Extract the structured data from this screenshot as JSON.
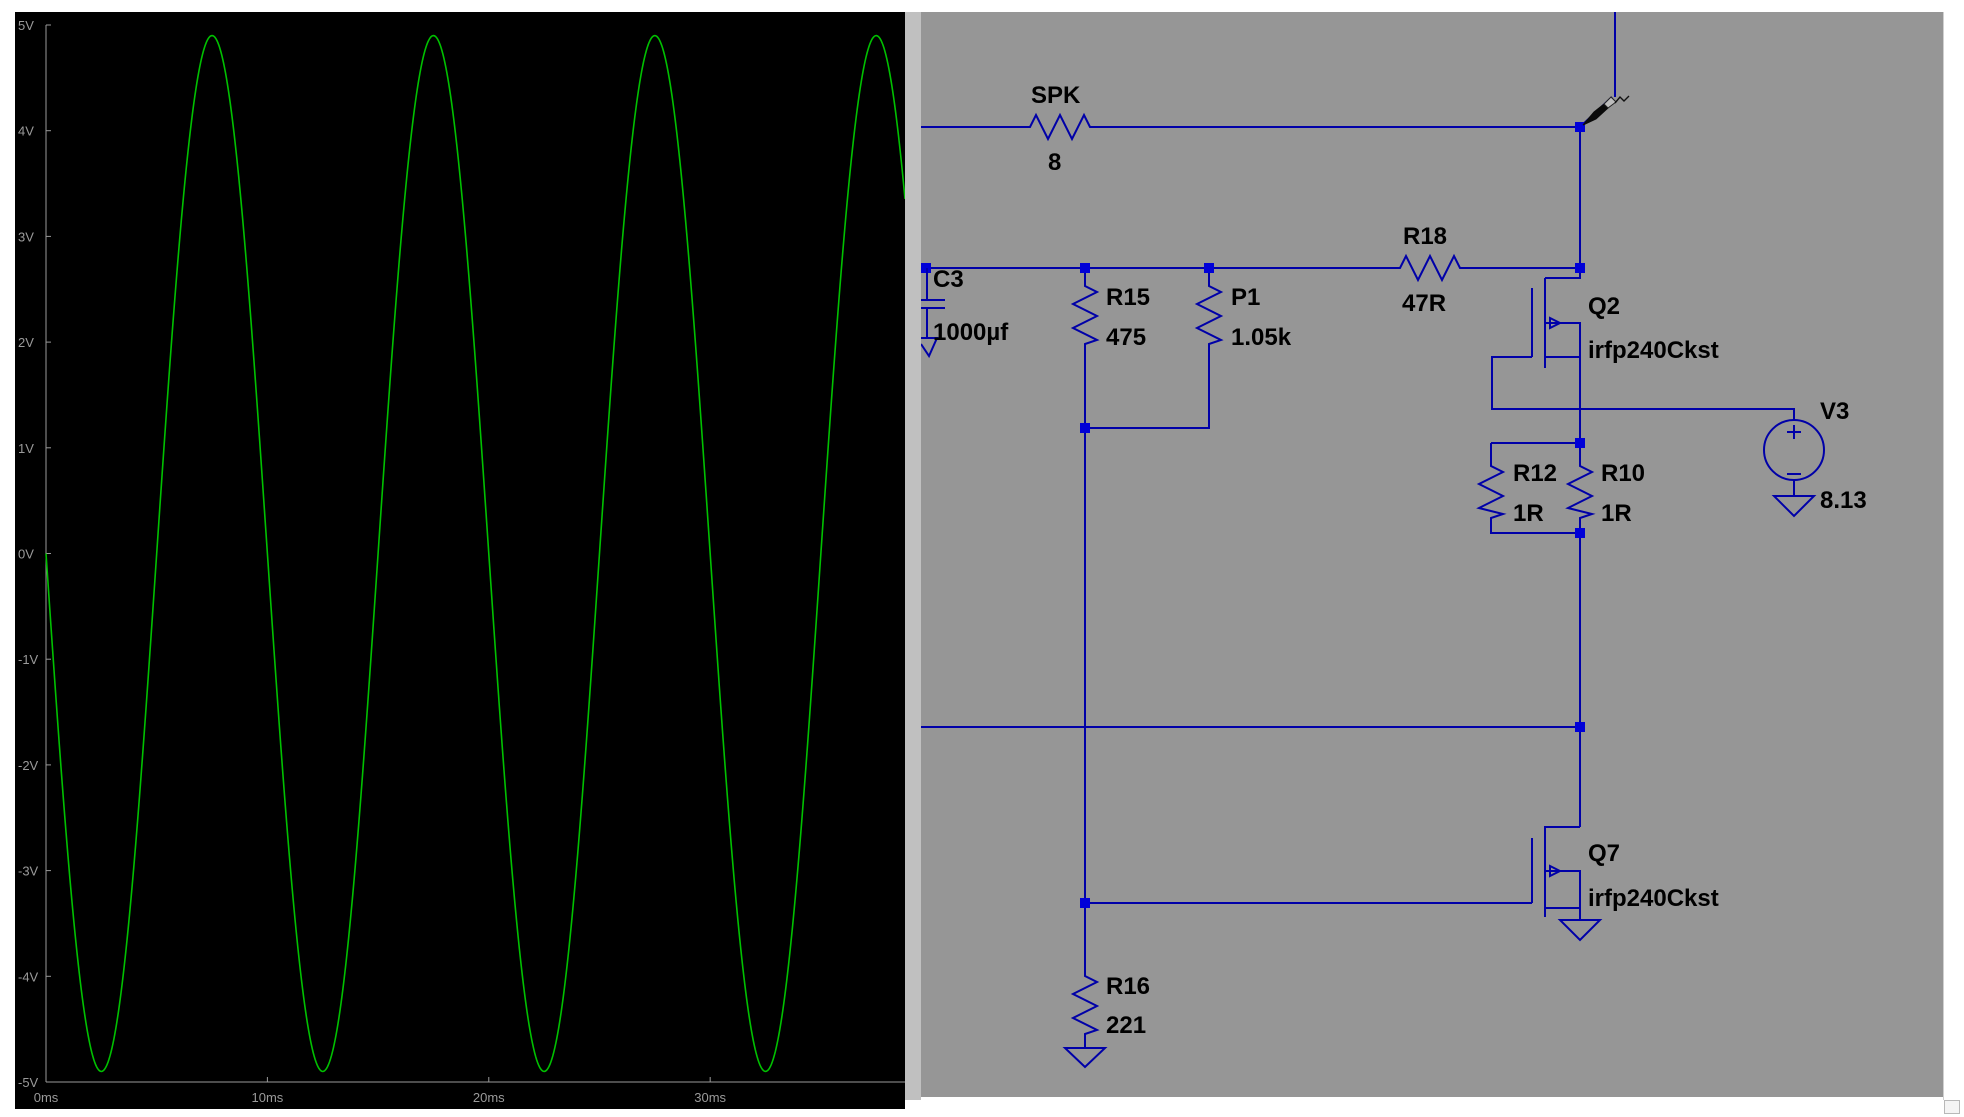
{
  "waveform_viewer": {
    "background": "#000000",
    "axis_color": "#9a9a9a",
    "trace_color": "#00c000",
    "chart_data": {
      "type": "line",
      "y_ticks": [
        "5V",
        "4V",
        "3V",
        "2V",
        "1V",
        "0V",
        "-1V",
        "-2V",
        "-3V",
        "-4V",
        "-5V"
      ],
      "x_ticks": [
        "0ms",
        "10ms",
        "20ms",
        "30ms"
      ],
      "ylim": [
        -5,
        5
      ],
      "xlim_ms": [
        0,
        38.8
      ],
      "series": [
        {
          "waveform": "sine",
          "amplitude_v": 4.9,
          "frequency_hz": 100,
          "phase": "inverted"
        }
      ]
    }
  },
  "schematic": {
    "background": "#969696",
    "wire_color": "#0000a8",
    "components": {
      "spk": {
        "ref": "SPK",
        "value": "8"
      },
      "r18": {
        "ref": "R18",
        "value": "47R"
      },
      "c3": {
        "ref": "C3",
        "value": "1000µf"
      },
      "r15": {
        "ref": "R15",
        "value": "475"
      },
      "p1": {
        "ref": "P1",
        "value": "1.05k"
      },
      "q2": {
        "ref": "Q2",
        "value": "irfp240Ckst"
      },
      "v3": {
        "ref": "V3",
        "value": "8.13"
      },
      "r12": {
        "ref": "R12",
        "value": "1R"
      },
      "r10": {
        "ref": "R10",
        "value": "1R"
      },
      "q7": {
        "ref": "Q7",
        "value": "irfp240Ckst"
      },
      "r16": {
        "ref": "R16",
        "value": "221"
      }
    },
    "cursor_icon": "voltage-probe-icon"
  }
}
